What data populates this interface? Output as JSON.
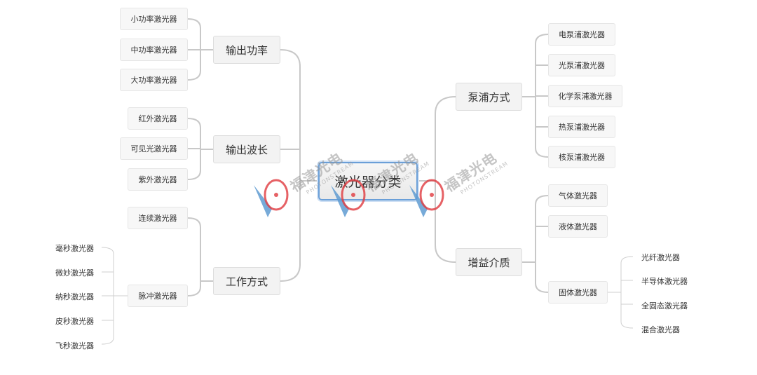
{
  "root": "激光器分类",
  "left": {
    "output_power": {
      "label": "输出功率",
      "children": [
        "小功率激光器",
        "中功率激光器",
        "大功率激光器"
      ]
    },
    "output_wavelength": {
      "label": "输出波长",
      "children": [
        "红外激光器",
        "可见光激光器",
        "紫外激光器"
      ]
    },
    "working_mode": {
      "label": "工作方式",
      "children": [
        "连续激光器",
        "脉冲激光器"
      ],
      "pulse_children": [
        "毫秒激光器",
        "微妙激光器",
        "纳秒激光器",
        "皮秒激光器",
        "飞秒激光器"
      ]
    }
  },
  "right": {
    "pumping": {
      "label": "泵浦方式",
      "children": [
        "电泵浦激光器",
        "光泵浦激光器",
        "化学泵浦激光器",
        "热泵浦激光器",
        "核泵浦激光器"
      ]
    },
    "gain_medium": {
      "label": "增益介质",
      "children": [
        "气体激光器",
        "液体激光器",
        "固体激光器"
      ],
      "solid_children": [
        "光纤激光器",
        "半导体激光器",
        "全固态激光器",
        "混合激光器"
      ]
    }
  },
  "watermark": {
    "cn": "福津光电",
    "en": "PHOTONSTREAM",
    "logo_colors": {
      "blue": "#5f9bd1",
      "red": "#e0393e"
    }
  }
}
